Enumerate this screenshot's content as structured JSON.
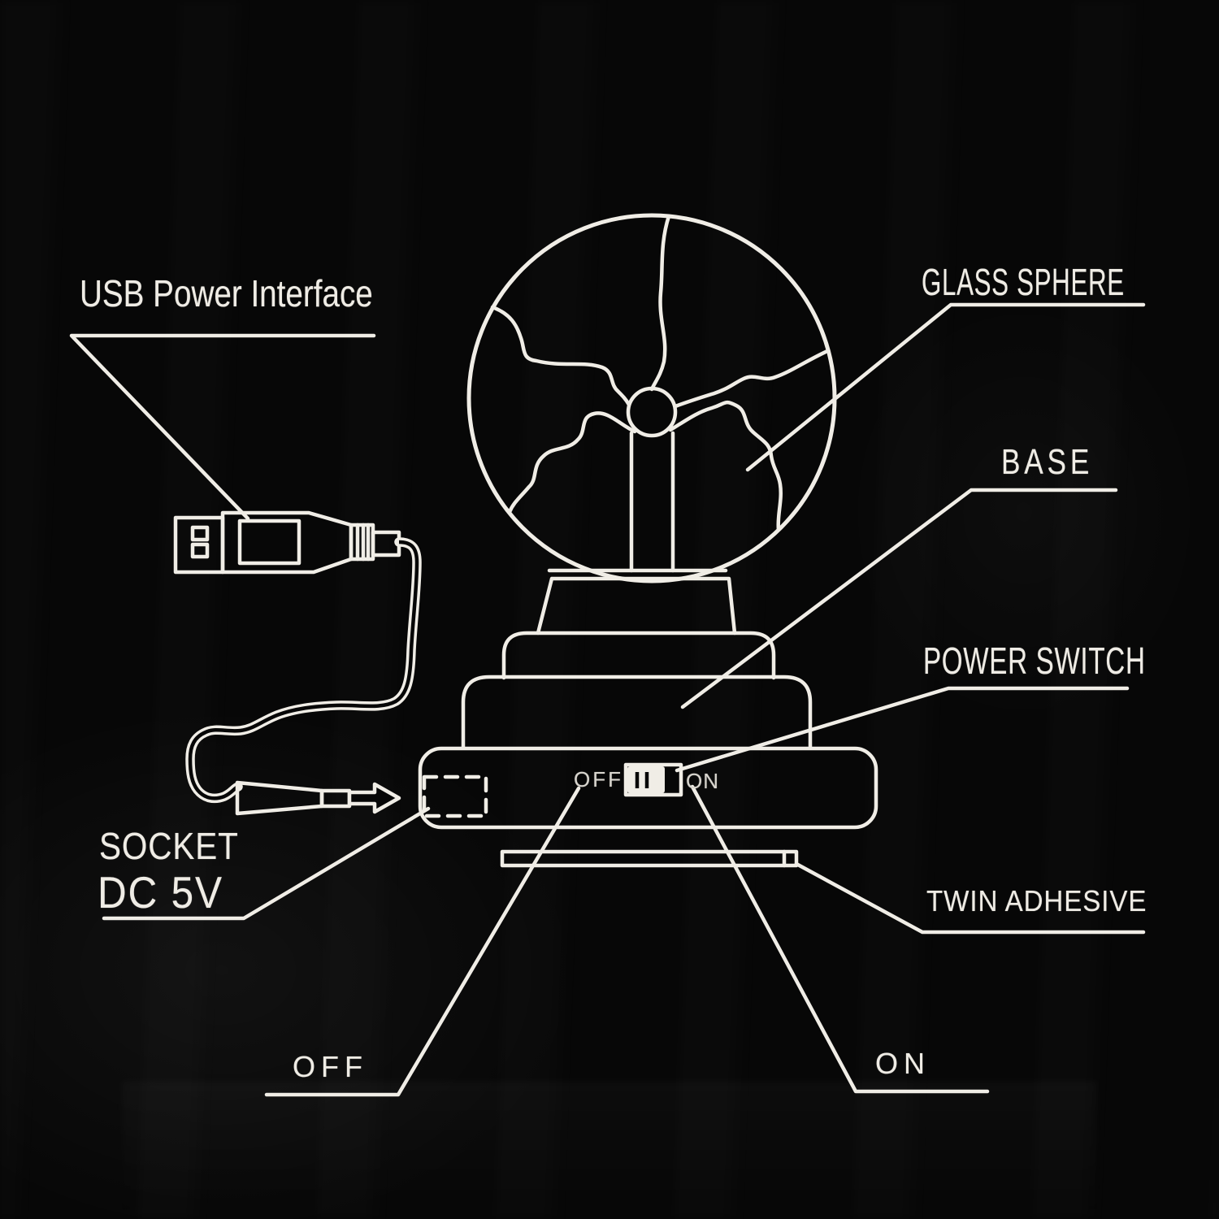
{
  "diagram": {
    "labels": {
      "usb_power_interface": "USB Power Interface",
      "glass_sphere": "GLASS SPHERE",
      "base": "BASE",
      "power_switch": "POWER SWITCH",
      "socket": "SOCKET",
      "socket_voltage": "DC 5V",
      "twin_adhesive": "TWIN ADHESIVE",
      "off": "OFF",
      "on": "ON"
    },
    "switch_markings": {
      "off": "OFF",
      "on": "ON"
    },
    "colors": {
      "background": "#070707",
      "line": "#f0ede6",
      "text": "#efece5"
    }
  }
}
